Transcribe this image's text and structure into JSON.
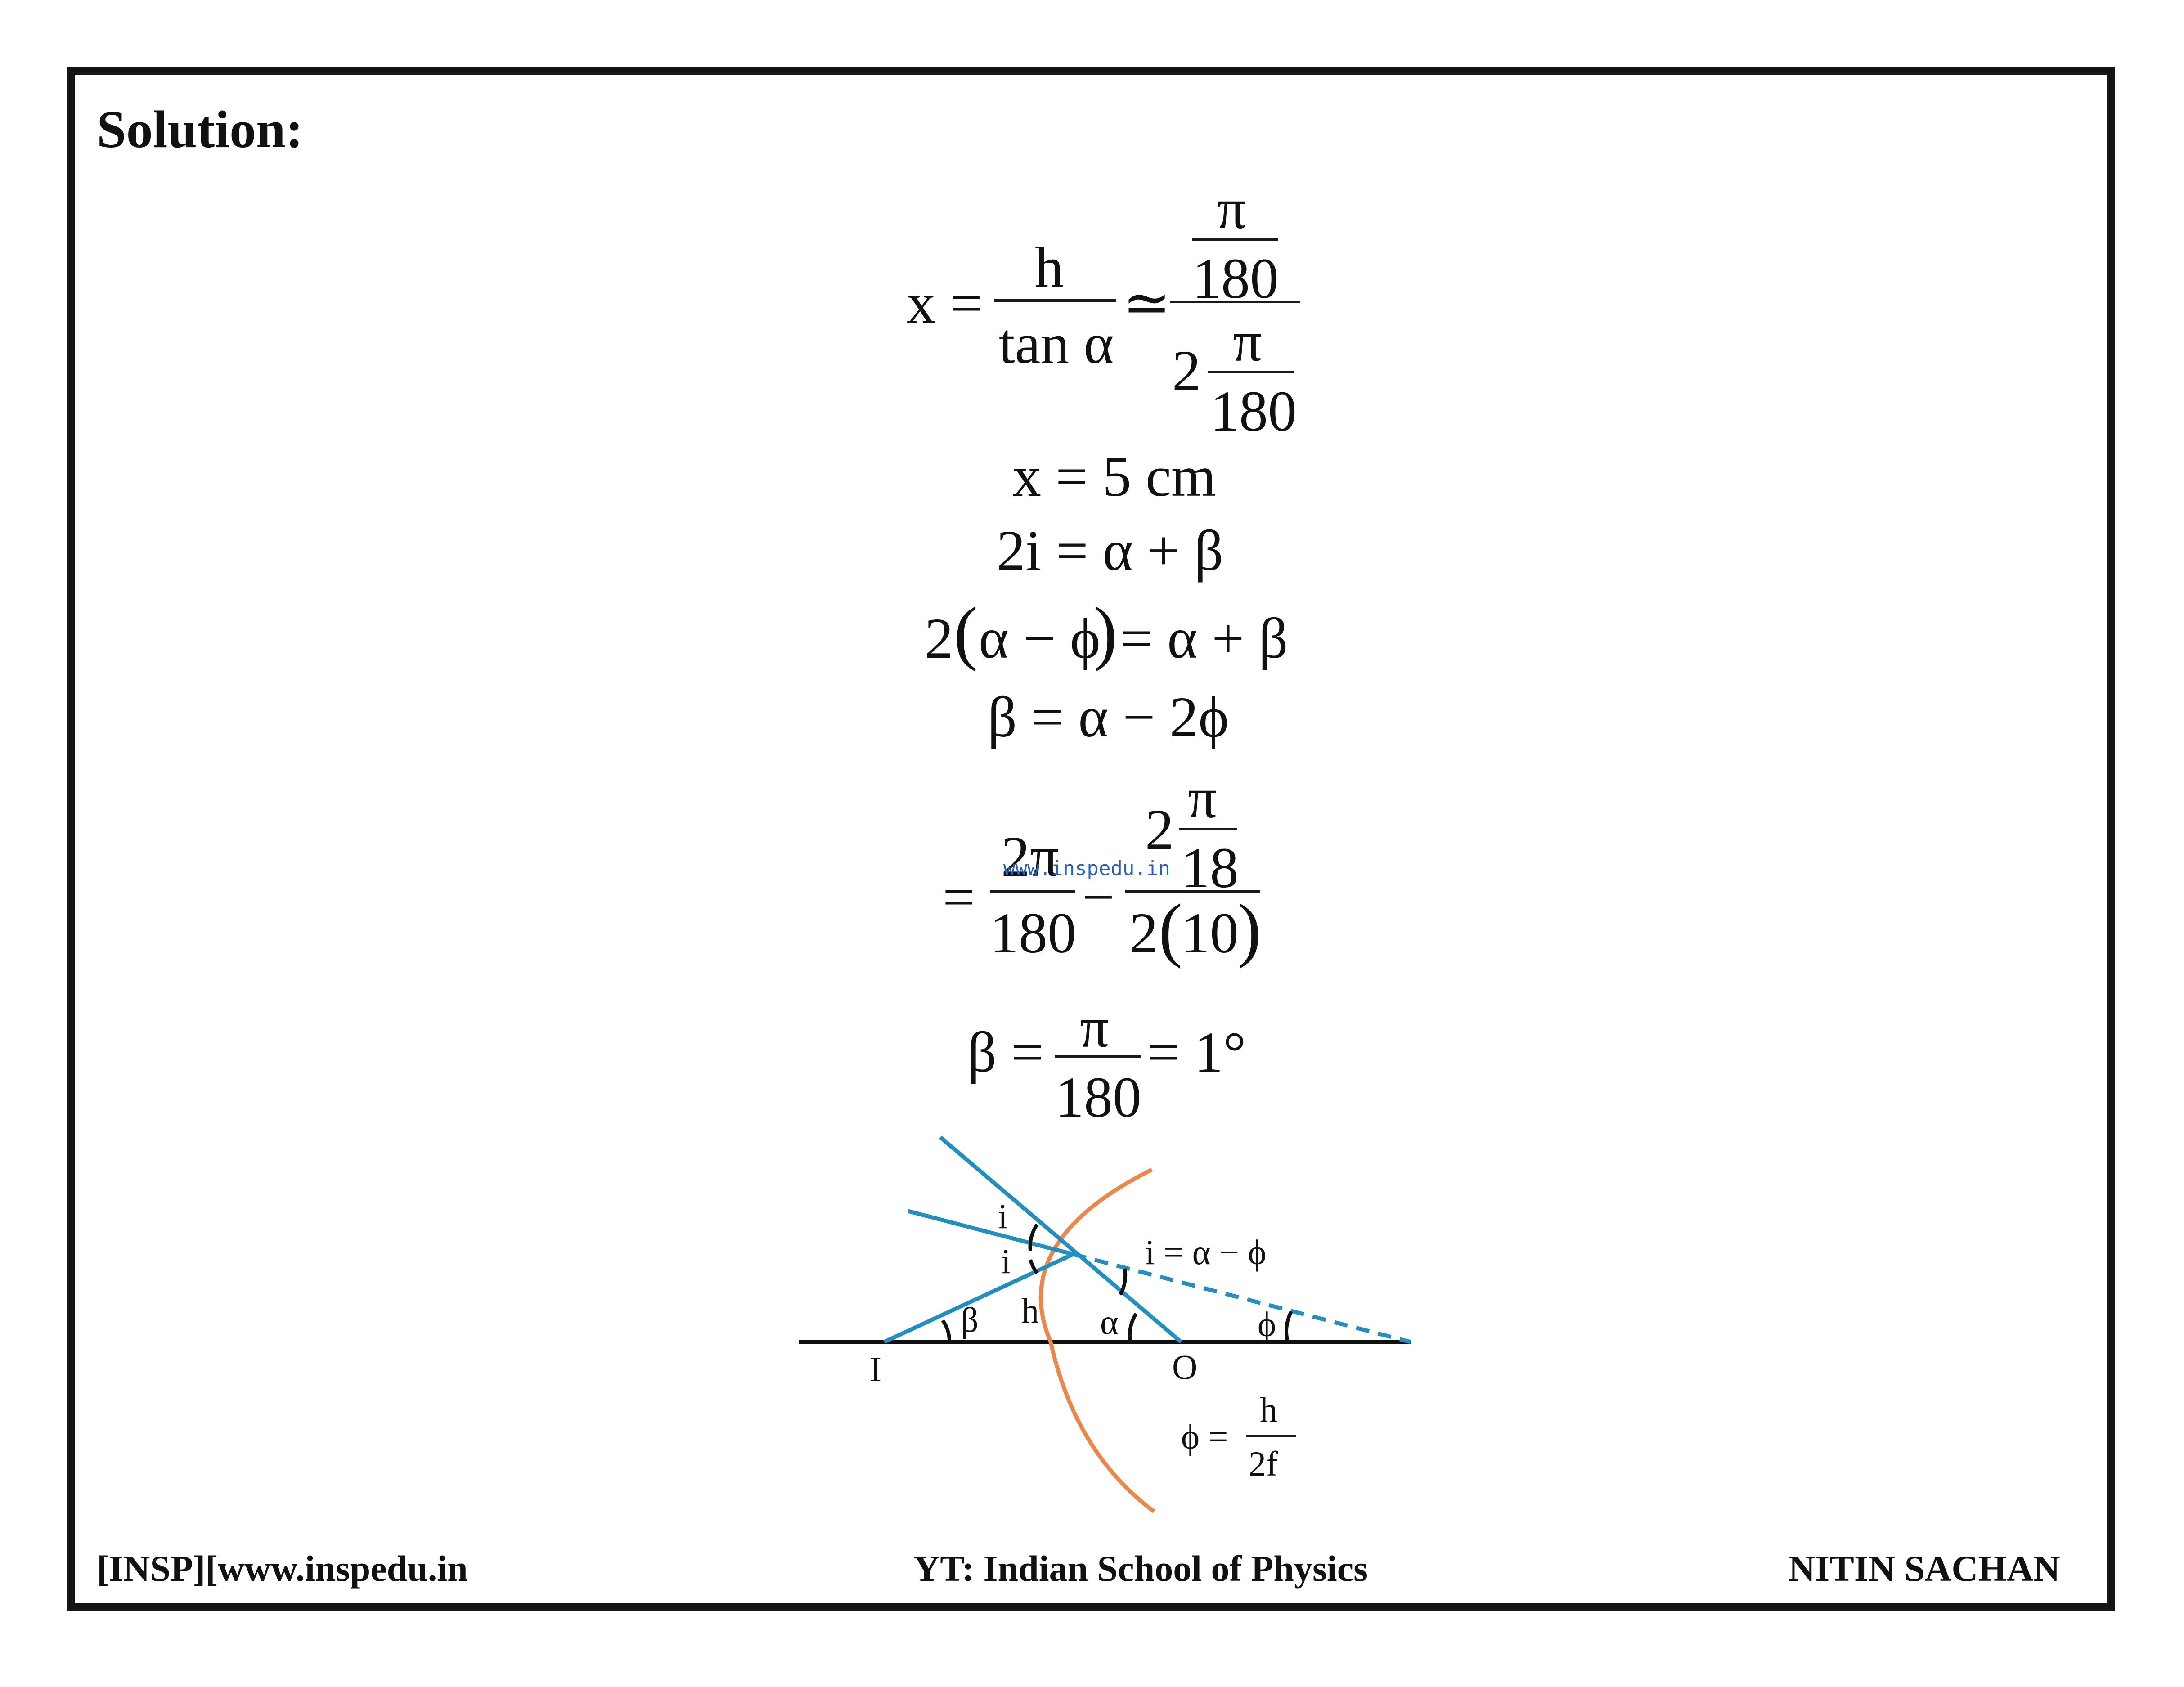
{
  "heading": "Solution:",
  "eq1": {
    "lhs": "x =",
    "num": "h",
    "den": "tan α",
    "approx": "≃",
    "top_pi": "π",
    "top_den": "180",
    "bot_coef": "2",
    "bot_pi": "π",
    "bot_den": "180"
  },
  "eq2": "x = 5 cm",
  "eq3": "2i = α + β",
  "eq4": {
    "coef": "2",
    "open": "(",
    "inner": "α − ϕ",
    "close": ")",
    "rest": "= α + β"
  },
  "eq5": "β = α − 2ϕ",
  "eq6": {
    "eq": "=",
    "f1_num": "2π",
    "f1_den": "180",
    "minus": "−",
    "f2_coef": "2",
    "f2_pi": "π",
    "f2_piden": "18",
    "f2_den_coef": "2",
    "f2_den_open": "(",
    "f2_den_val": "10",
    "f2_den_close": ")"
  },
  "watermark": "www.inspedu.in",
  "eq7": {
    "lhs": "β =",
    "num": "π",
    "den": "180",
    "rhs": "= 1°"
  },
  "diagram": {
    "labels": {
      "i_top": "i",
      "i_bottom": "i",
      "beta": "β",
      "h": "h",
      "alpha": "α",
      "phi": "ϕ",
      "I": "I",
      "O": "O",
      "i_rel": "i = α − ϕ",
      "phi_eq": "ϕ =",
      "phi_num": "h",
      "phi_den": "2f"
    },
    "colors": {
      "ray": "#1f8fc4",
      "mirror": "#f08548",
      "axis": "#111111"
    }
  },
  "footer": {
    "left": "[INSP][www.inspedu.in",
    "center": "YT: Indian School of Physics",
    "right": "NITIN SACHAN"
  }
}
